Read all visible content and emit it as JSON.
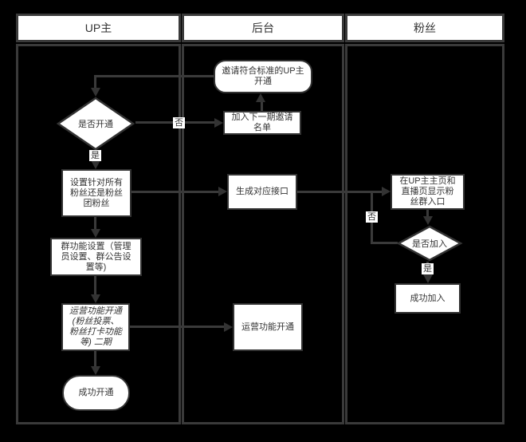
{
  "diagram": {
    "type": "flowchart-swimlane",
    "colors": {
      "background": "#000000",
      "lane_border": "#3a3a3a",
      "node_fill": "#ffffff",
      "node_border": "#333333",
      "text": "#333333",
      "connector": "#3a3a3a",
      "label_background": "#ffffff"
    }
  },
  "lanes": [
    {
      "title": "UP主"
    },
    {
      "title": "后台"
    },
    {
      "title": "粉丝"
    }
  ],
  "nodes": {
    "invite": {
      "lane": "后台",
      "shape": "rounded",
      "text": "邀请符合标准的UP主\n开通"
    },
    "decision_open": {
      "lane": "UP主",
      "shape": "diamond",
      "text": "是否开通"
    },
    "next_batch": {
      "lane": "后台",
      "shape": "rect",
      "text": "加入下一期邀请\n名单"
    },
    "set_scope": {
      "lane": "UP主",
      "shape": "rect",
      "text": "设置针对所有\n粉丝还是粉丝\n团粉丝"
    },
    "group_settings": {
      "lane": "UP主",
      "shape": "rect",
      "text": "群功能设置（管理\n员设置、群公告设\n置等)"
    },
    "ops_open_up": {
      "lane": "UP主",
      "shape": "rect-italic",
      "text": "运营功能开通\n(粉丝投票、\n粉丝打卡功能\n等) 二期"
    },
    "success_open": {
      "lane": "UP主",
      "shape": "stadium",
      "text": "成功开通"
    },
    "gen_api": {
      "lane": "后台",
      "shape": "rect",
      "text": "生成对应接口"
    },
    "ops_open_backend": {
      "lane": "后台",
      "shape": "rect",
      "text": "运营功能开通"
    },
    "show_entry": {
      "lane": "粉丝",
      "shape": "rect",
      "text": "在UP主主页和\n直播页显示粉\n丝群入口"
    },
    "decision_join": {
      "lane": "粉丝",
      "shape": "diamond",
      "text": "是否加入"
    },
    "success_join": {
      "lane": "粉丝",
      "shape": "rect",
      "text": "成功加入"
    }
  },
  "edges": [
    {
      "from": "invite",
      "to": "decision_open",
      "label": ""
    },
    {
      "from": "decision_open",
      "to": "next_batch",
      "label": "否"
    },
    {
      "from": "next_batch",
      "to": "invite",
      "label": ""
    },
    {
      "from": "decision_open",
      "to": "set_scope",
      "label": "是"
    },
    {
      "from": "set_scope",
      "to": "gen_api",
      "label": ""
    },
    {
      "from": "set_scope",
      "to": "group_settings",
      "label": ""
    },
    {
      "from": "group_settings",
      "to": "ops_open_up",
      "label": ""
    },
    {
      "from": "ops_open_up",
      "to": "ops_open_backend",
      "label": ""
    },
    {
      "from": "ops_open_up",
      "to": "success_open",
      "label": ""
    },
    {
      "from": "gen_api",
      "to": "show_entry",
      "label": ""
    },
    {
      "from": "show_entry",
      "to": "decision_join",
      "label": ""
    },
    {
      "from": "decision_join",
      "to": "show_entry",
      "label": "否"
    },
    {
      "from": "decision_join",
      "to": "success_join",
      "label": "是"
    }
  ]
}
